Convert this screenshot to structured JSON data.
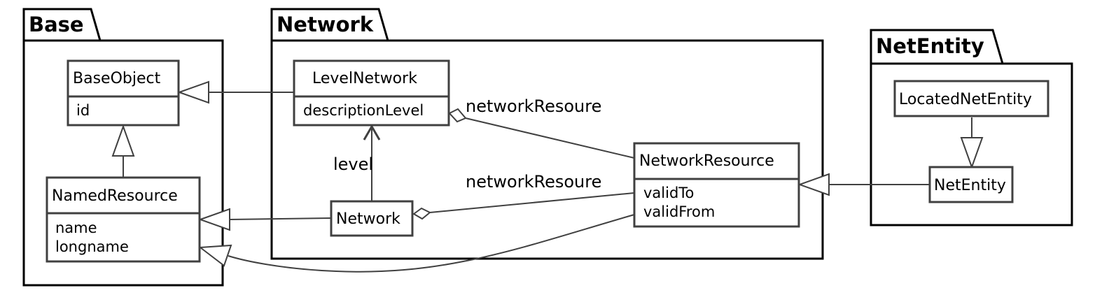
{
  "packages": {
    "base": "Base",
    "network": "Network",
    "netentity": "NetEntity"
  },
  "classes": {
    "base_object": {
      "name": "BaseObject",
      "attributes": [
        "id"
      ]
    },
    "named_resource": {
      "name": "NamedResource",
      "attributes": [
        "name",
        "longname"
      ]
    },
    "level_network": {
      "name": "LevelNetwork",
      "attributes": [
        "descriptionLevel"
      ]
    },
    "network": {
      "name": "Network"
    },
    "network_resource": {
      "name": "NetworkResource",
      "attributes": [
        "validTo",
        "validFrom"
      ]
    },
    "located_net_entity": {
      "name": "LocatedNetEntity"
    },
    "net_entity": {
      "name": "NetEntity"
    }
  },
  "associations": {
    "level": "level",
    "network_resource_upper": "networkResoure",
    "network_resource_lower": "networkResoure"
  }
}
